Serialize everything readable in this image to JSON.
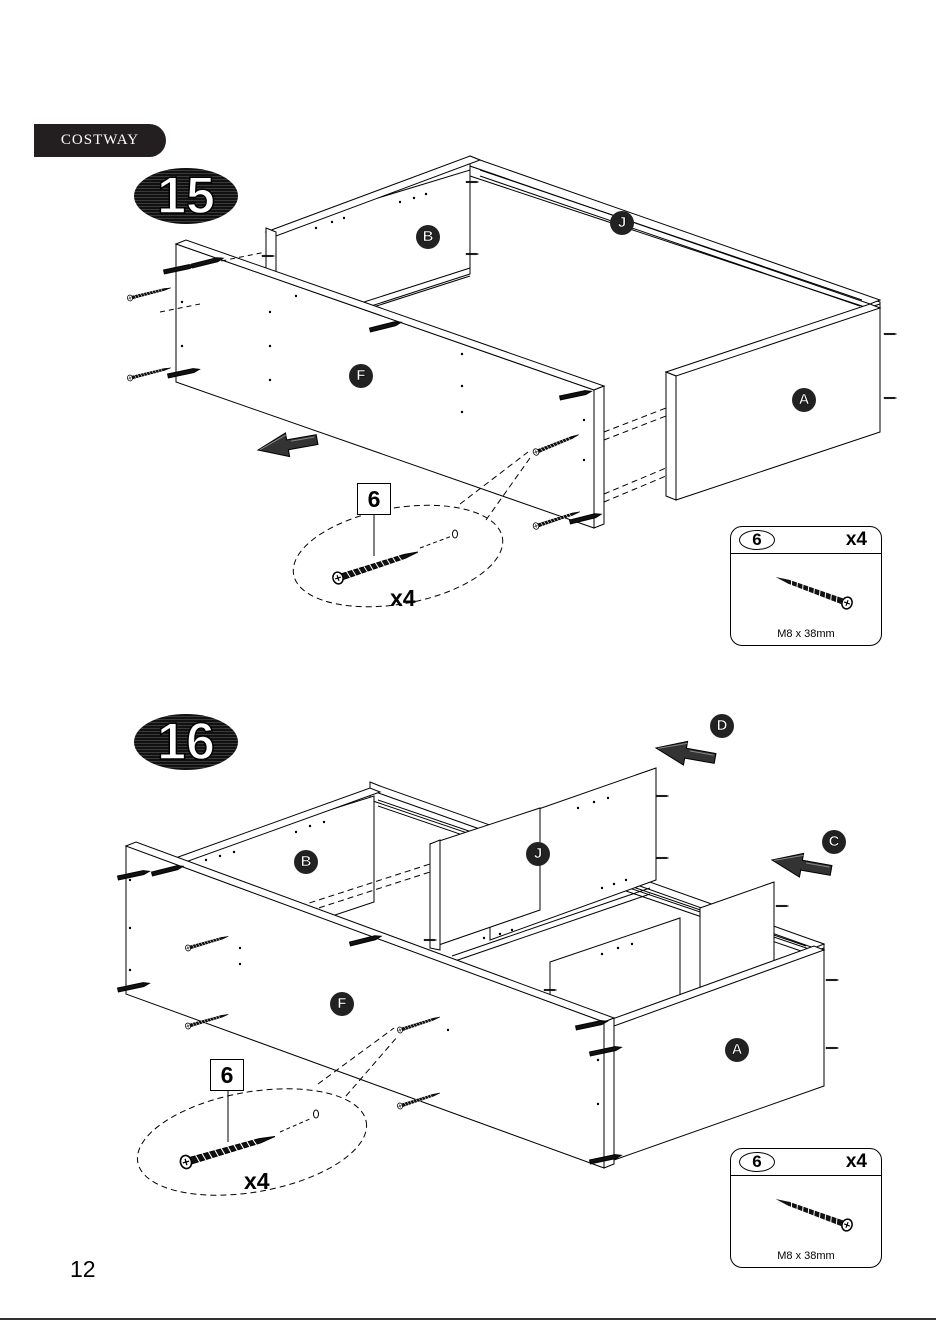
{
  "brand": "COSTWAY",
  "page_number": "12",
  "steps": [
    {
      "number": "15",
      "part_labels": [
        "B",
        "J",
        "F",
        "A"
      ],
      "callout": {
        "part_number": "6",
        "quantity": "x4"
      },
      "legend": {
        "part_number": "6",
        "quantity": "x4",
        "size": "M8 x 38mm"
      }
    },
    {
      "number": "16",
      "part_labels": [
        "D",
        "C",
        "B",
        "J",
        "F",
        "A"
      ],
      "callout": {
        "part_number": "6",
        "quantity": "x4"
      },
      "legend": {
        "part_number": "6",
        "quantity": "x4",
        "size": "M8 x 38mm"
      }
    }
  ]
}
